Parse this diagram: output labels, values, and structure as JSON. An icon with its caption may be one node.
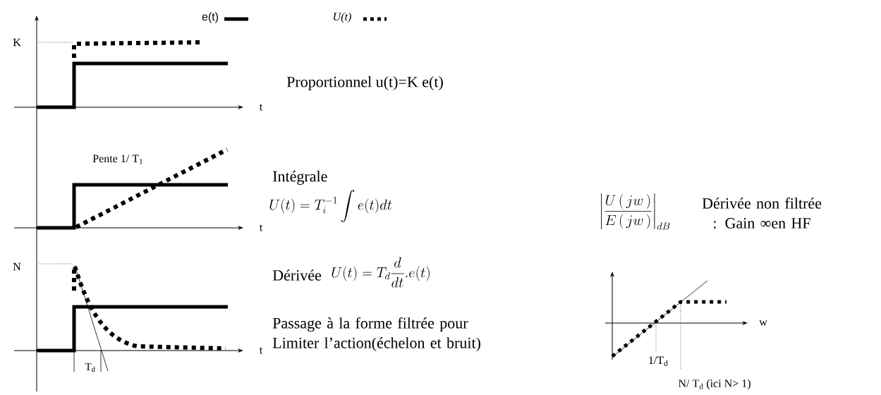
{
  "diagram": {
    "labels": [
      "K",
      "Proportionnel u(t)=K e(t)",
      "t",
      "Pente 1/ T$_{1}$",
      "Intégrale",
      "U(t) = T_i^{-1}\\int e(t)dt",
      "t",
      "N",
      "Dérivée",
      "U(t) = T_d\\frac{d}{dt}.e(t)",
      "\\left|\\frac{U\\,(\\,jw\\,)}{E\\,(\\,jw\\,)}\\right|_{dB}",
      "Dérivée non filtrée : Gain ∞en HF",
      "Passage à la forme filtrée pour Limiter l’action(échelon et bruit)",
      "t",
      "w",
      "T$_{d}$",
      "1/T$_{d}$",
      "N/ T$_{d}$ (ici N> 1)"
    ],
    "legend": [
      {
        "text": "e(t)"
      },
      {
        "text": "U(t)"
      }
    ]
  }
}
